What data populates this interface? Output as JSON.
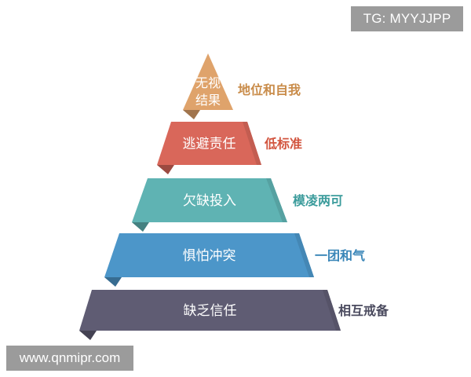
{
  "diagram": {
    "levels": [
      {
        "inner_lines": [
          "无视",
          "结果"
        ],
        "outer_label": "地位和自我",
        "color": "#dfa36b"
      },
      {
        "inner_lines": [
          "逃避责任"
        ],
        "outer_label": "低标准",
        "color": "#d9675a"
      },
      {
        "inner_lines": [
          "欠缺投入"
        ],
        "outer_label": "模凌两可",
        "color": "#5fb3b3"
      },
      {
        "inner_lines": [
          "惧怕冲突"
        ],
        "outer_label": "一团和气",
        "color": "#4c96c9"
      },
      {
        "inner_lines": [
          "缺乏信任"
        ],
        "outer_label": "相互戒备",
        "color": "#5f5c73"
      }
    ],
    "outer_label_colors": [
      "#c98c4a",
      "#d2553f",
      "#3c9c9c",
      "#3a86b8",
      "#4a4a5e"
    ]
  },
  "watermarks": {
    "top_right": "TG: MYYJJPP",
    "bottom_left": "www.qnmipr.com"
  }
}
